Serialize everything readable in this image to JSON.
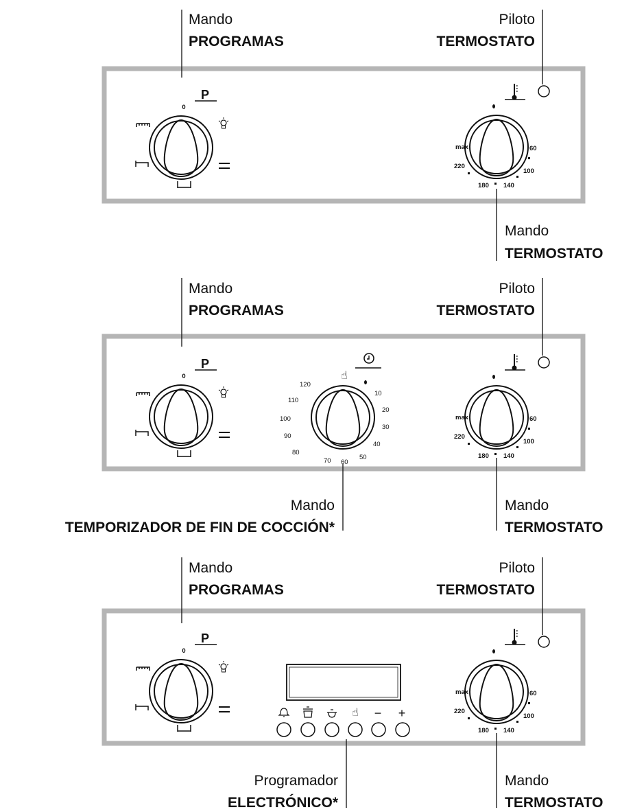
{
  "callouts": {
    "mando": "Mando",
    "programas": "PROGRAMAS",
    "piloto": "Piloto",
    "termostato": "TERMOSTATO",
    "temporizador": "TEMPORIZADOR DE FIN DE COCCIÓN*",
    "programador": "Programador",
    "electronico": "ELECTRÓNICO*"
  },
  "program_knob": {
    "symbol": "P",
    "zero": "0",
    "icons": [
      "top-heat-icon",
      "light-bulb-icon",
      "bottom-heat-icon",
      "both-heat-icon",
      "fan-icon"
    ]
  },
  "thermostat_knob": {
    "symbol_icon": "thermometer-icon",
    "scale": [
      "max",
      "220",
      "180",
      "140",
      "100",
      "60"
    ]
  },
  "timer_knob": {
    "symbol_icon": "clock-icon",
    "hand_icon": "hand-icon",
    "scale": [
      "10",
      "20",
      "30",
      "40",
      "50",
      "60",
      "70",
      "80",
      "90",
      "100",
      "110",
      "120"
    ]
  },
  "programmer": {
    "keys": [
      {
        "icon": "bell-icon",
        "label": ""
      },
      {
        "icon": "cooking-duration-icon",
        "label": ""
      },
      {
        "icon": "end-of-cooking-icon",
        "label": ""
      },
      {
        "icon": "hand-icon",
        "label": ""
      },
      {
        "icon": "minus-icon",
        "label": "−"
      },
      {
        "icon": "plus-icon",
        "label": "+"
      }
    ]
  },
  "colors": {
    "panel_border": "#b5b5b5",
    "ink": "#111111"
  }
}
